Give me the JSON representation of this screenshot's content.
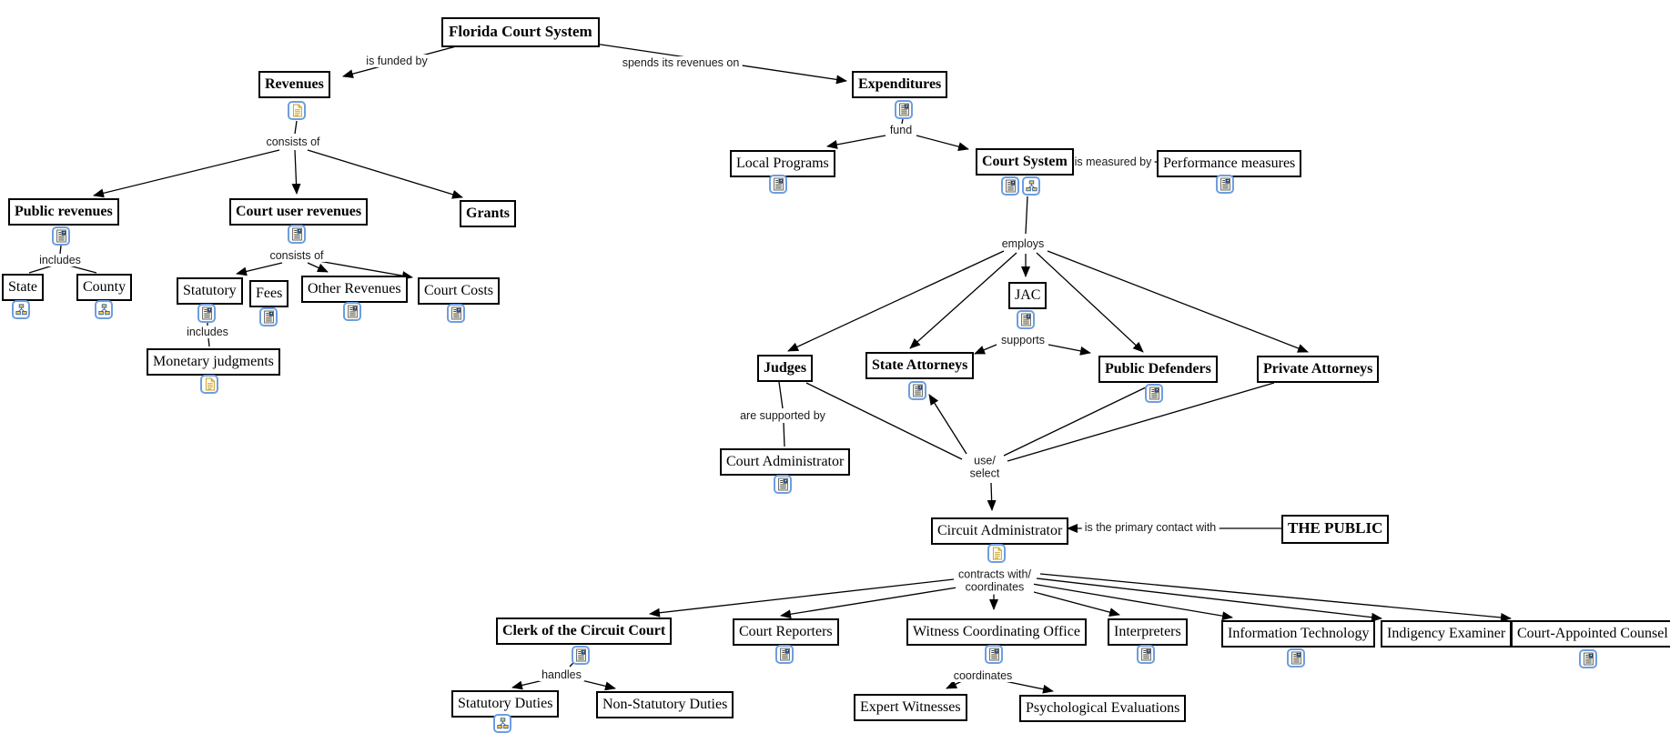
{
  "app": {
    "type": "concept-map",
    "colors": {
      "background": "#ffffff",
      "box_border": "#000000",
      "line": "#000000",
      "icon_chip_border": "#6d9ee0",
      "icon_gold": "#c8a125",
      "icon_blue": "#2f5e9e"
    }
  },
  "nodes": {
    "florida_court_system": {
      "label": "Florida Court System",
      "icons": []
    },
    "revenues": {
      "label": "Revenues",
      "icons": [
        "text-document"
      ]
    },
    "expenditures": {
      "label": "Expenditures",
      "icons": [
        "image-document"
      ]
    },
    "public_revenues": {
      "label": "Public revenues",
      "icons": [
        "image-document"
      ]
    },
    "court_user_revenues": {
      "label": "Court user revenues",
      "icons": [
        "image-document"
      ]
    },
    "grants": {
      "label": "Grants",
      "icons": []
    },
    "state": {
      "label": "State",
      "icons": [
        "concept-map"
      ]
    },
    "county": {
      "label": "County",
      "icons": [
        "concept-map"
      ]
    },
    "statutory": {
      "label": "Statutory",
      "icons": [
        "image-document"
      ]
    },
    "fees": {
      "label": "Fees",
      "icons": [
        "image-document"
      ]
    },
    "other_revenues": {
      "label": "Other Revenues",
      "icons": [
        "image-document"
      ]
    },
    "court_costs": {
      "label": "Court Costs",
      "icons": [
        "image-document"
      ]
    },
    "monetary_judgments": {
      "label": "Monetary judgments",
      "icons": [
        "text-document"
      ]
    },
    "local_programs": {
      "label": "Local Programs",
      "icons": [
        "image-document"
      ]
    },
    "court_system": {
      "label": "Court System",
      "icons": [
        "image-document",
        "concept-map"
      ]
    },
    "performance_measures": {
      "label": "Performance measures",
      "icons": [
        "image-document"
      ]
    },
    "jac": {
      "label": "JAC",
      "icons": [
        "image-document"
      ]
    },
    "judges": {
      "label": "Judges",
      "icons": []
    },
    "state_attorneys": {
      "label": "State Attorneys",
      "icons": [
        "image-document"
      ]
    },
    "public_defenders": {
      "label": "Public Defenders",
      "icons": [
        "image-document"
      ]
    },
    "private_attorneys": {
      "label": "Private Attorneys",
      "icons": []
    },
    "court_administrator": {
      "label": "Court Administrator",
      "icons": [
        "image-document"
      ]
    },
    "circuit_administrator": {
      "label": "Circuit Administrator",
      "icons": [
        "text-document"
      ]
    },
    "the_public": {
      "label": "THE PUBLIC",
      "icons": []
    },
    "clerk_of_the_circuit_court": {
      "label": "Clerk of the Circuit Court",
      "icons": [
        "image-document"
      ]
    },
    "court_reporters": {
      "label": "Court Reporters",
      "icons": [
        "image-document"
      ]
    },
    "witness_coordinating_office": {
      "label": "Witness Coordinating Office",
      "icons": [
        "image-document"
      ]
    },
    "interpreters": {
      "label": "Interpreters",
      "icons": [
        "image-document"
      ]
    },
    "information_technology": {
      "label": "Information Technology",
      "icons": [
        "image-document"
      ]
    },
    "indigency_examiner": {
      "label": "Indigency Examiner",
      "icons": []
    },
    "court_appointed_counsel": {
      "label": "Court-Appointed Counsel",
      "icons": [
        "image-document"
      ]
    },
    "statutory_duties": {
      "label": "Statutory Duties",
      "icons": [
        "concept-map"
      ]
    },
    "non_statutory_duties": {
      "label": "Non-Statutory Duties",
      "icons": []
    },
    "expert_witnesses": {
      "label": "Expert Witnesses",
      "icons": []
    },
    "psychological_evaluations": {
      "label": "Psychological Evaluations",
      "icons": []
    }
  },
  "links": {
    "is_funded_by": {
      "label": "is funded by"
    },
    "spends_its_revenues_on": {
      "label": "spends its revenues on"
    },
    "consists_of_revenues": {
      "label": "consists of"
    },
    "includes_public": {
      "label": "includes"
    },
    "consists_of_court_user": {
      "label": "consists of"
    },
    "includes_statutory": {
      "label": "includes"
    },
    "fund": {
      "label": "fund"
    },
    "is_measured_by": {
      "label": "is measured by"
    },
    "employs": {
      "label": "employs"
    },
    "supports": {
      "label": "supports"
    },
    "are_supported_by": {
      "label": "are supported by"
    },
    "use_select": {
      "line1": "use/",
      "line2": "select"
    },
    "is_the_primary_contact_with": {
      "label": "is the primary contact with"
    },
    "contracts_with_coordinates": {
      "line1": "contracts with/",
      "line2": "coordinates"
    },
    "handles": {
      "label": "handles"
    },
    "coordinates": {
      "label": "coordinates"
    }
  }
}
